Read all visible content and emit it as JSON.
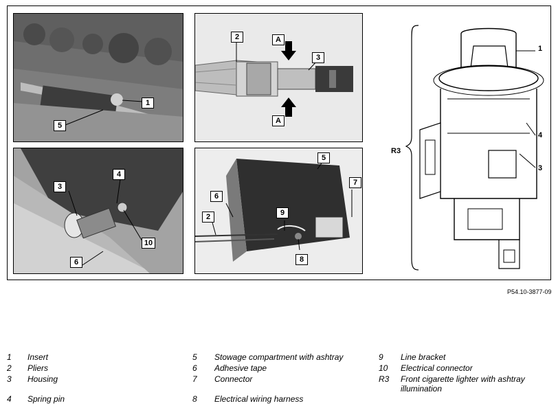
{
  "figure_id": "P54.10-3877-09",
  "callouts": {
    "p1": [
      "1",
      "5"
    ],
    "p2": [
      "2",
      "3",
      "A",
      "A"
    ],
    "p3": [
      "4",
      "3",
      "10",
      "6"
    ],
    "p4": [
      "5",
      "6",
      "7",
      "2",
      "9",
      "8"
    ],
    "p5": [
      "1",
      "4",
      "3",
      "R3"
    ]
  },
  "legend": [
    {
      "num": "1",
      "text": "Insert"
    },
    {
      "num": "2",
      "text": "Pliers"
    },
    {
      "num": "3",
      "text": "Housing"
    },
    {
      "num": "4",
      "text": "Spring pin"
    },
    {
      "num": "5",
      "text": "Stowage compartment with ashtray"
    },
    {
      "num": "6",
      "text": "Adhesive tape"
    },
    {
      "num": "7",
      "text": "Connector"
    },
    {
      "num": "8",
      "text": "Electrical wiring harness"
    },
    {
      "num": "9",
      "text": "Line bracket"
    },
    {
      "num": "10",
      "text": "Electrical connector"
    },
    {
      "num": "R3",
      "text": "Front cigarette lighter with ashtray illumination"
    }
  ]
}
